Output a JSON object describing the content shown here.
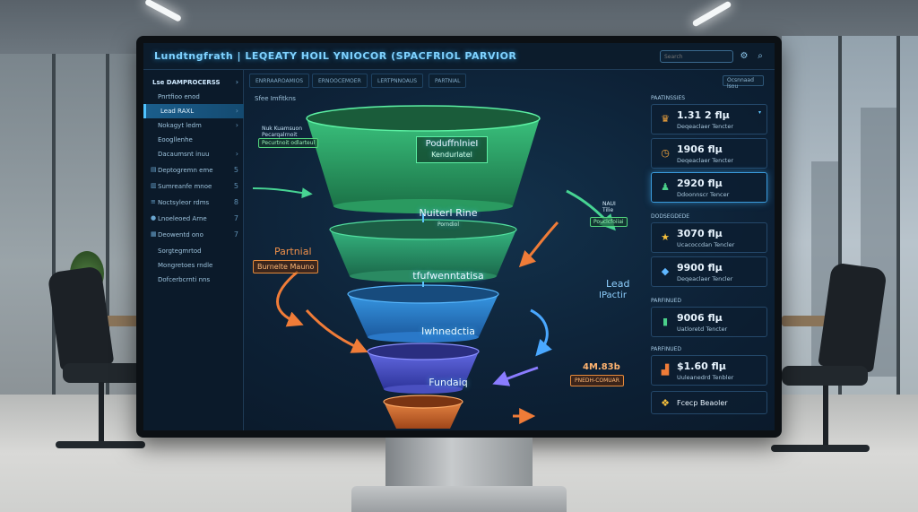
{
  "header": {
    "title": "Lundtngfrath | LEQEATY HOIL YNIOCOR (SPACFRIOL PARVIOR",
    "search_placeholder": "Search",
    "icons": [
      "gear-icon",
      "search-icon"
    ]
  },
  "sidebar": {
    "items": [
      {
        "label": "Lse DAMPROCERSS",
        "type": "header"
      },
      {
        "label": "Pnrtfioo enod"
      },
      {
        "label": "Lead  RAXL",
        "active": true
      },
      {
        "label": "Nokagyt ledm"
      },
      {
        "label": "Eoogllenhe"
      },
      {
        "label": "Dacaumsnt inuu"
      },
      {
        "label": "Deptogremn eme"
      },
      {
        "label": "Sumreanfe mnoe"
      },
      {
        "label": "Noctsyleor rdms"
      },
      {
        "label": "Lnoeleoed Arne"
      },
      {
        "label": "Deowentd ono"
      },
      {
        "label": "Sorgtegmrtod"
      },
      {
        "label": "Mongretoes rndle"
      },
      {
        "label": "Dofcerbcrnti nns"
      }
    ],
    "numbers": [
      "5",
      "5",
      "8",
      "7",
      "7"
    ]
  },
  "tabs": [
    "ENRRAAROAMIOS",
    "ERNOOCEMOER",
    "LERTPNNOAUS",
    "PARTNIAL"
  ],
  "toolbar": {
    "right_label": "Ocsnnaad lsou"
  },
  "funnel": {
    "section_label": "Sfee Imfitkns",
    "stages": [
      {
        "label": "PoduffnlnieI",
        "sublabel": "Kendurlatel",
        "color": "#2fae6a"
      },
      {
        "label": "NuiterI Rine",
        "sublabel": "Porndiol",
        "color": "#2e9a6a"
      },
      {
        "label": "tfufwenntatisa",
        "sublabel": "",
        "color": "#2f84d6"
      },
      {
        "label": "Iwhnedctia",
        "sublabel": "",
        "color": "#4a53c9"
      },
      {
        "label": "Fundaiq",
        "sublabel": "",
        "color": "#d86a2c"
      }
    ],
    "left_note": {
      "line1": "Nuk Kuamsuon",
      "line2": "Pecarqalrnoit",
      "line3": "Pecurtnoit odlarteul"
    },
    "partnial_label": "Partnial",
    "partnial_tag": "Burnelte Mauno",
    "new_note": {
      "line1": "NAUI",
      "line2": "Tilie",
      "tag": "Pouclcfoiiai"
    },
    "lead_label": "Lead",
    "practir_label": "IPactir",
    "bottom_value": "4M.83b",
    "bottom_tag": "PNEDH-COMUAR"
  },
  "right_panel": {
    "sections": [
      "PAATINSSIES",
      "DODSEGDEDE",
      "PARFINUED",
      "PARFINUED"
    ],
    "cards": [
      {
        "value": "1.31 2 flμ",
        "sub": "Deqeaclaer Tencter",
        "icon": "trophy-icon"
      },
      {
        "value": "1906 flμ",
        "sub": "Deqeaclaer Tencter",
        "icon": "clock-icon"
      },
      {
        "value": "2920 flμ",
        "sub": "Ddoonnscr Tencer",
        "icon": "user-icon"
      },
      {
        "value": "3070 flμ",
        "sub": "Ucacoccdan Tencler",
        "icon": "star-icon"
      },
      {
        "value": "9900 flμ",
        "sub": "Deqeaclaer Tencler",
        "icon": "gem-icon"
      },
      {
        "value": "9006 flμ",
        "sub": "Uatloretd Tencter",
        "icon": "document-icon"
      },
      {
        "value": "$1.60 flμ",
        "sub": "Uuleanedrd Tenbler",
        "icon": "bar-chart-icon"
      },
      {
        "value": "Fcecp Beaoler",
        "sub": "",
        "icon": "badge-icon"
      }
    ]
  },
  "colors": {
    "accent": "#4fc3ff",
    "green": "#2fae6a",
    "blue": "#2f84d6",
    "purple": "#4a53c9",
    "orange": "#d86a2c"
  }
}
